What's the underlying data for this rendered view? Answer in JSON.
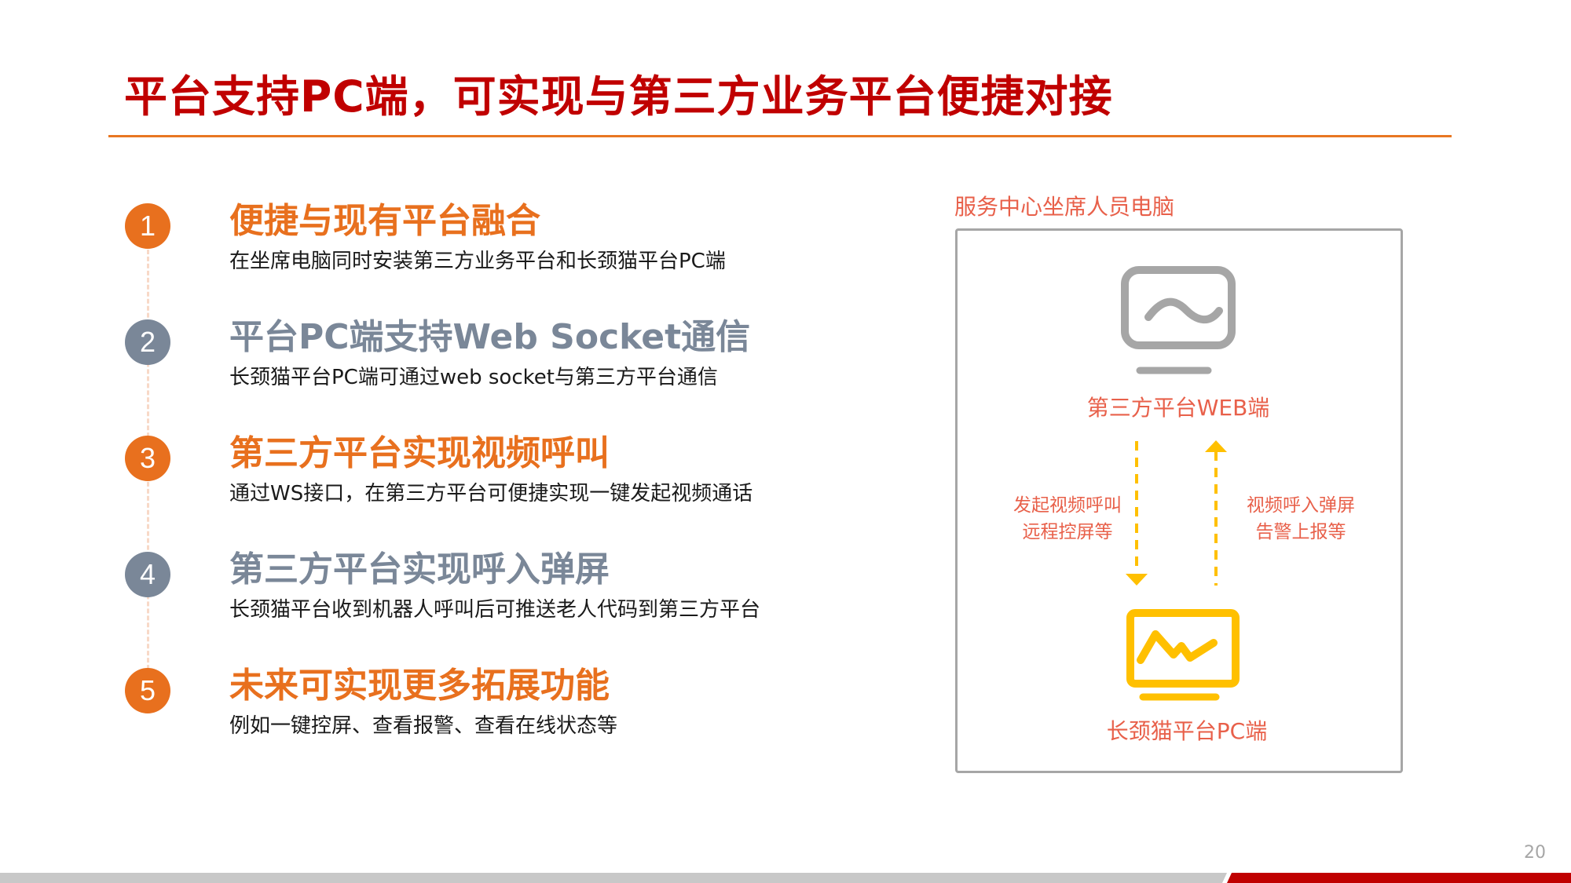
{
  "title": "平台支持PC端，可实现与第三方业务平台便捷对接",
  "items": [
    {
      "number": "1",
      "heading": "便捷与现有平台融合",
      "desc": "在坐席电脑同时安装第三方业务平台和长颈猫平台PC端",
      "color": "#E8701E"
    },
    {
      "number": "2",
      "heading": "平台PC端支持Web Socket通信",
      "desc": "长颈猫平台PC端可通过web socket与第三方平台通信",
      "color": "#7A8798"
    },
    {
      "number": "3",
      "heading": "第三方平台实现视频呼叫",
      "desc": "通过WS接口，在第三方平台可便捷实现一键发起视频通话",
      "color": "#E8701E"
    },
    {
      "number": "4",
      "heading": "第三方平台实现呼入弹屏",
      "desc": "长颈猫平台收到机器人呼叫后可推送老人代码到第三方平台",
      "color": "#7A8798"
    },
    {
      "number": "5",
      "heading": "未来可实现更多拓展功能",
      "desc": "例如一键控屏、查看报警、查看在线状态等",
      "color": "#E8701E"
    }
  ],
  "diagram": {
    "panel_label": "服务中心坐席人员电脑",
    "top_node": "第三方平台WEB端",
    "bottom_node": "长颈猫平台PC端",
    "down_label_line1": "发起视频呼叫",
    "down_label_line2": "远程控屏等",
    "up_label_line1": "视频呼入弹屏",
    "up_label_line2": "告警上报等"
  },
  "page_number": "20"
}
